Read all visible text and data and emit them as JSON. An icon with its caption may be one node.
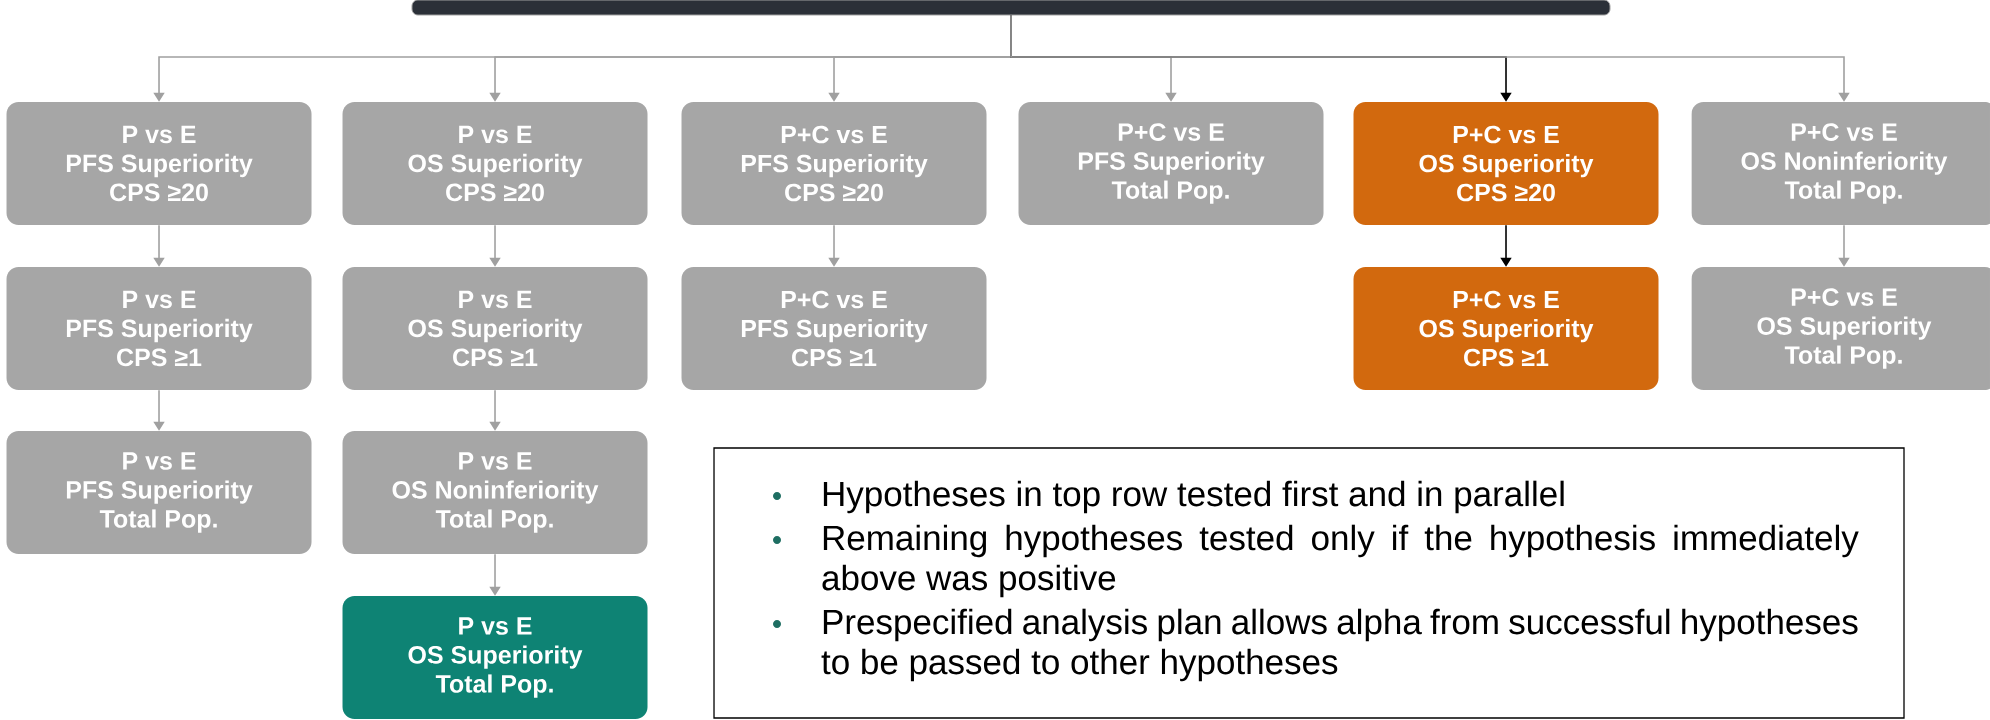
{
  "diagram": {
    "nodes": [
      {
        "text": [],
        "shape": "box"
      },
      {
        "text": [
          "P vs E",
          "PFS Superiority",
          "CPS ≥20"
        ]
      },
      {
        "text": [
          "P vs E",
          "OS Superiority",
          "CPS ≥20"
        ]
      },
      {
        "text": [
          "P+C vs E",
          "PFS Superiority",
          "CPS ≥20"
        ]
      },
      {
        "text": [
          "P+C vs E",
          "PFS Superiority",
          "Total Pop."
        ]
      },
      {
        "text": [
          "P+C vs E",
          "OS Superiority",
          "CPS ≥20"
        ]
      },
      {
        "text": [
          "P+C vs E",
          "OS Noninferiority",
          "Total Pop."
        ]
      },
      {
        "text": [
          "P vs E",
          "PFS Superiority",
          "CPS ≥1"
        ]
      },
      {
        "text": [
          "P vs E",
          "OS Superiority",
          "CPS ≥1"
        ]
      },
      {
        "text": [
          "P+C vs E",
          "PFS Superiority",
          "CPS ≥1"
        ]
      },
      {
        "text": [
          "P+C vs E",
          "OS Superiority",
          "CPS ≥1"
        ]
      },
      {
        "text": [
          "P+C vs E",
          "OS Superiority",
          "Total Pop."
        ]
      },
      {
        "text": [
          "P vs E",
          "PFS Superiority",
          "Total Pop."
        ]
      },
      {
        "text": [
          "P vs E",
          "OS Noninferiority",
          "Total Pop."
        ]
      },
      {
        "text": [
          "P vs E",
          "OS Superiority",
          "Total Pop."
        ]
      },
      {
        "text": [
          "Hypotheses in top row tested first and in parallel",
          "Remaining hypotheses tested only if the hypothesis immediately above was positive",
          "Prespecified analysis plan allows alpha from successful hypotheses to be passed to other hypotheses"
        ]
      }
    ],
    "edges": [
      {
        "from": 0,
        "to": 1,
        "arrow": "to"
      },
      {
        "from": 0,
        "to": 2,
        "arrow": "to"
      },
      {
        "from": 0,
        "to": 3,
        "arrow": "to"
      },
      {
        "from": 0,
        "to": 4,
        "arrow": "to"
      },
      {
        "from": 0,
        "to": 5,
        "arrow": "to",
        "color": "#000000"
      },
      {
        "from": 0,
        "to": 6,
        "arrow": "to"
      },
      {
        "from": 1,
        "to": 7,
        "arrow": "to"
      },
      {
        "from": 2,
        "to": 8,
        "arrow": "to"
      },
      {
        "from": 3,
        "to": 9,
        "arrow": "to"
      },
      {
        "from": 5,
        "to": 10,
        "arrow": "to",
        "color": "#000000"
      },
      {
        "from": 6,
        "to": 11,
        "arrow": "to"
      },
      {
        "from": 7,
        "to": 12,
        "arrow": "to"
      },
      {
        "from": 8,
        "to": 13,
        "arrow": "to"
      },
      {
        "from": 13,
        "to": 14,
        "arrow": "to"
      }
    ]
  }
}
